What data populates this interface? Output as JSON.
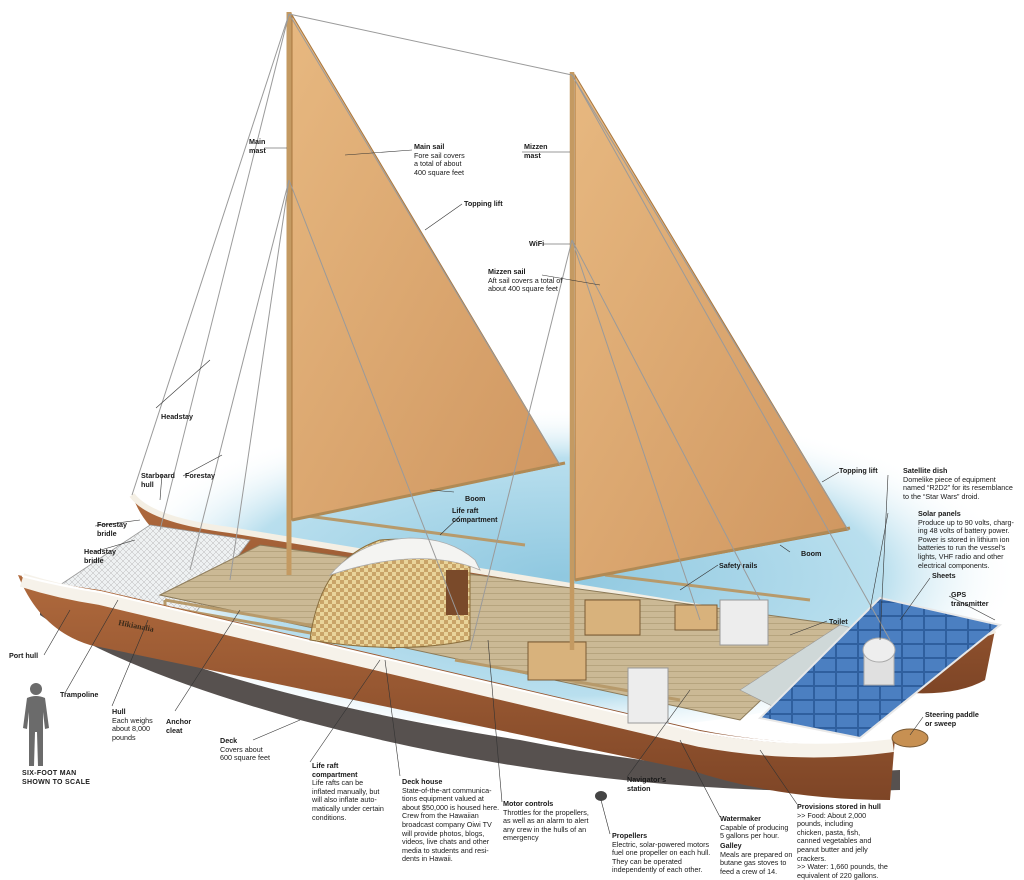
{
  "boat_name": "Hikianalia",
  "scale_note": "SIX-FOOT MAN\nSHOWN TO SCALE",
  "colors": {
    "sail": "#d9a56c",
    "hull_wood": "#9a5a35",
    "hull_dark": "#3a3230",
    "deck": "#c8b793",
    "water": "#a9d4e6",
    "solar": "#3d6fb0"
  },
  "labels": {
    "main_mast": {
      "title": "Main\nmast",
      "desc": ""
    },
    "main_sail": {
      "title": "Main sail",
      "desc": "Fore sail covers\na total of about\n400 square feet"
    },
    "mizzen_mast": {
      "title": "Mizzen\nmast",
      "desc": ""
    },
    "topping_lift_1": {
      "title": "Topping lift",
      "desc": ""
    },
    "wifi": {
      "title": "WiFi",
      "desc": ""
    },
    "mizzen_sail": {
      "title": "Mizzen sail",
      "desc": "Aft sail covers a total of\nabout 400 square feet"
    },
    "headstay": {
      "title": "Headstay",
      "desc": ""
    },
    "starboard_hull": {
      "title": "Starboard\nhull",
      "desc": ""
    },
    "forestay": {
      "title": "Forestay",
      "desc": ""
    },
    "boom_1": {
      "title": "Boom",
      "desc": ""
    },
    "life_raft_1": {
      "title": "Life raft\ncompartment",
      "desc": ""
    },
    "topping_lift_2": {
      "title": "Topping lift",
      "desc": ""
    },
    "satellite_dish": {
      "title": "Satellite dish",
      "desc": "Domelike piece of equipment\nnamed “R2D2” for its resemblance\nto the “Star Wars” droid."
    },
    "forestay_bridle": {
      "title": "Forestay\nbridle",
      "desc": ""
    },
    "headstay_bridle": {
      "title": "Headstay\nbridle",
      "desc": ""
    },
    "solar_panels": {
      "title": "Solar panels",
      "desc": "Produce up to 90 volts, charg-\ning 48 volts of battery power.\nPower is stored in lithium ion\nbatteries to run the vessel’s\nlights, VHF radio and other\nelectrical components."
    },
    "boom_2": {
      "title": "Boom",
      "desc": ""
    },
    "safety_rails": {
      "title": "Safety rails",
      "desc": ""
    },
    "sheets": {
      "title": "Sheets",
      "desc": ""
    },
    "gps": {
      "title": "GPS\ntransmitter",
      "desc": ""
    },
    "toilet": {
      "title": "Toilet",
      "desc": ""
    },
    "port_hull": {
      "title": "Port hull",
      "desc": ""
    },
    "trampoline": {
      "title": "Trampoline",
      "desc": ""
    },
    "hull": {
      "title": "Hull",
      "desc": "Each weighs\nabout 8,000\npounds"
    },
    "anchor_cleat": {
      "title": "Anchor\ncleat",
      "desc": ""
    },
    "deck": {
      "title": "Deck",
      "desc": "Covers about\n600 square feet"
    },
    "steering": {
      "title": "Steering paddle\nor sweep",
      "desc": ""
    },
    "life_raft_2": {
      "title": "Life raft\ncompartment",
      "desc": "Life rafts can be\ninflated manually, but\nwill also inflate auto-\nmatically under certain\nconditions."
    },
    "deck_house": {
      "title": "Deck house",
      "desc": "State-of-the-art communica-\ntions equipment valued at\nabout $50,000 is housed here.\nCrew from the Hawaiian\nbroadcast company Oiwi TV\nwill provide photos, blogs,\nvideos, live chats and other\nmedia to students and resi-\ndents in Hawaii."
    },
    "motor_controls": {
      "title": "Motor controls",
      "desc": "Throttles for the propellers,\nas well as an alarm to alert\nany crew in the hulls of an\nemergency"
    },
    "navigators_station": {
      "title": "Navigator’s\nstation",
      "desc": ""
    },
    "watermaker": {
      "title": "Watermaker",
      "desc": "Capable of producing\n5 gallons per hour."
    },
    "provisions": {
      "title": "Provisions stored in hull",
      "desc": ">> Food: About 2,000\n     pounds, including\n     chicken, pasta, fish,\n     canned vegetables and\n     peanut butter and jelly\n     crackers.\n>> Water: 1,660 pounds, the\n     equivalent of 220 gallons."
    },
    "propellers": {
      "title": "Propellers",
      "desc": "Electric, solar-powered motors\nfuel one propeller on each hull.\nThey can be operated\nindependently of each other."
    },
    "galley": {
      "title": "Galley",
      "desc": "Meals are prepared on\nbutane gas stoves to\nfeed a crew of 14."
    }
  }
}
